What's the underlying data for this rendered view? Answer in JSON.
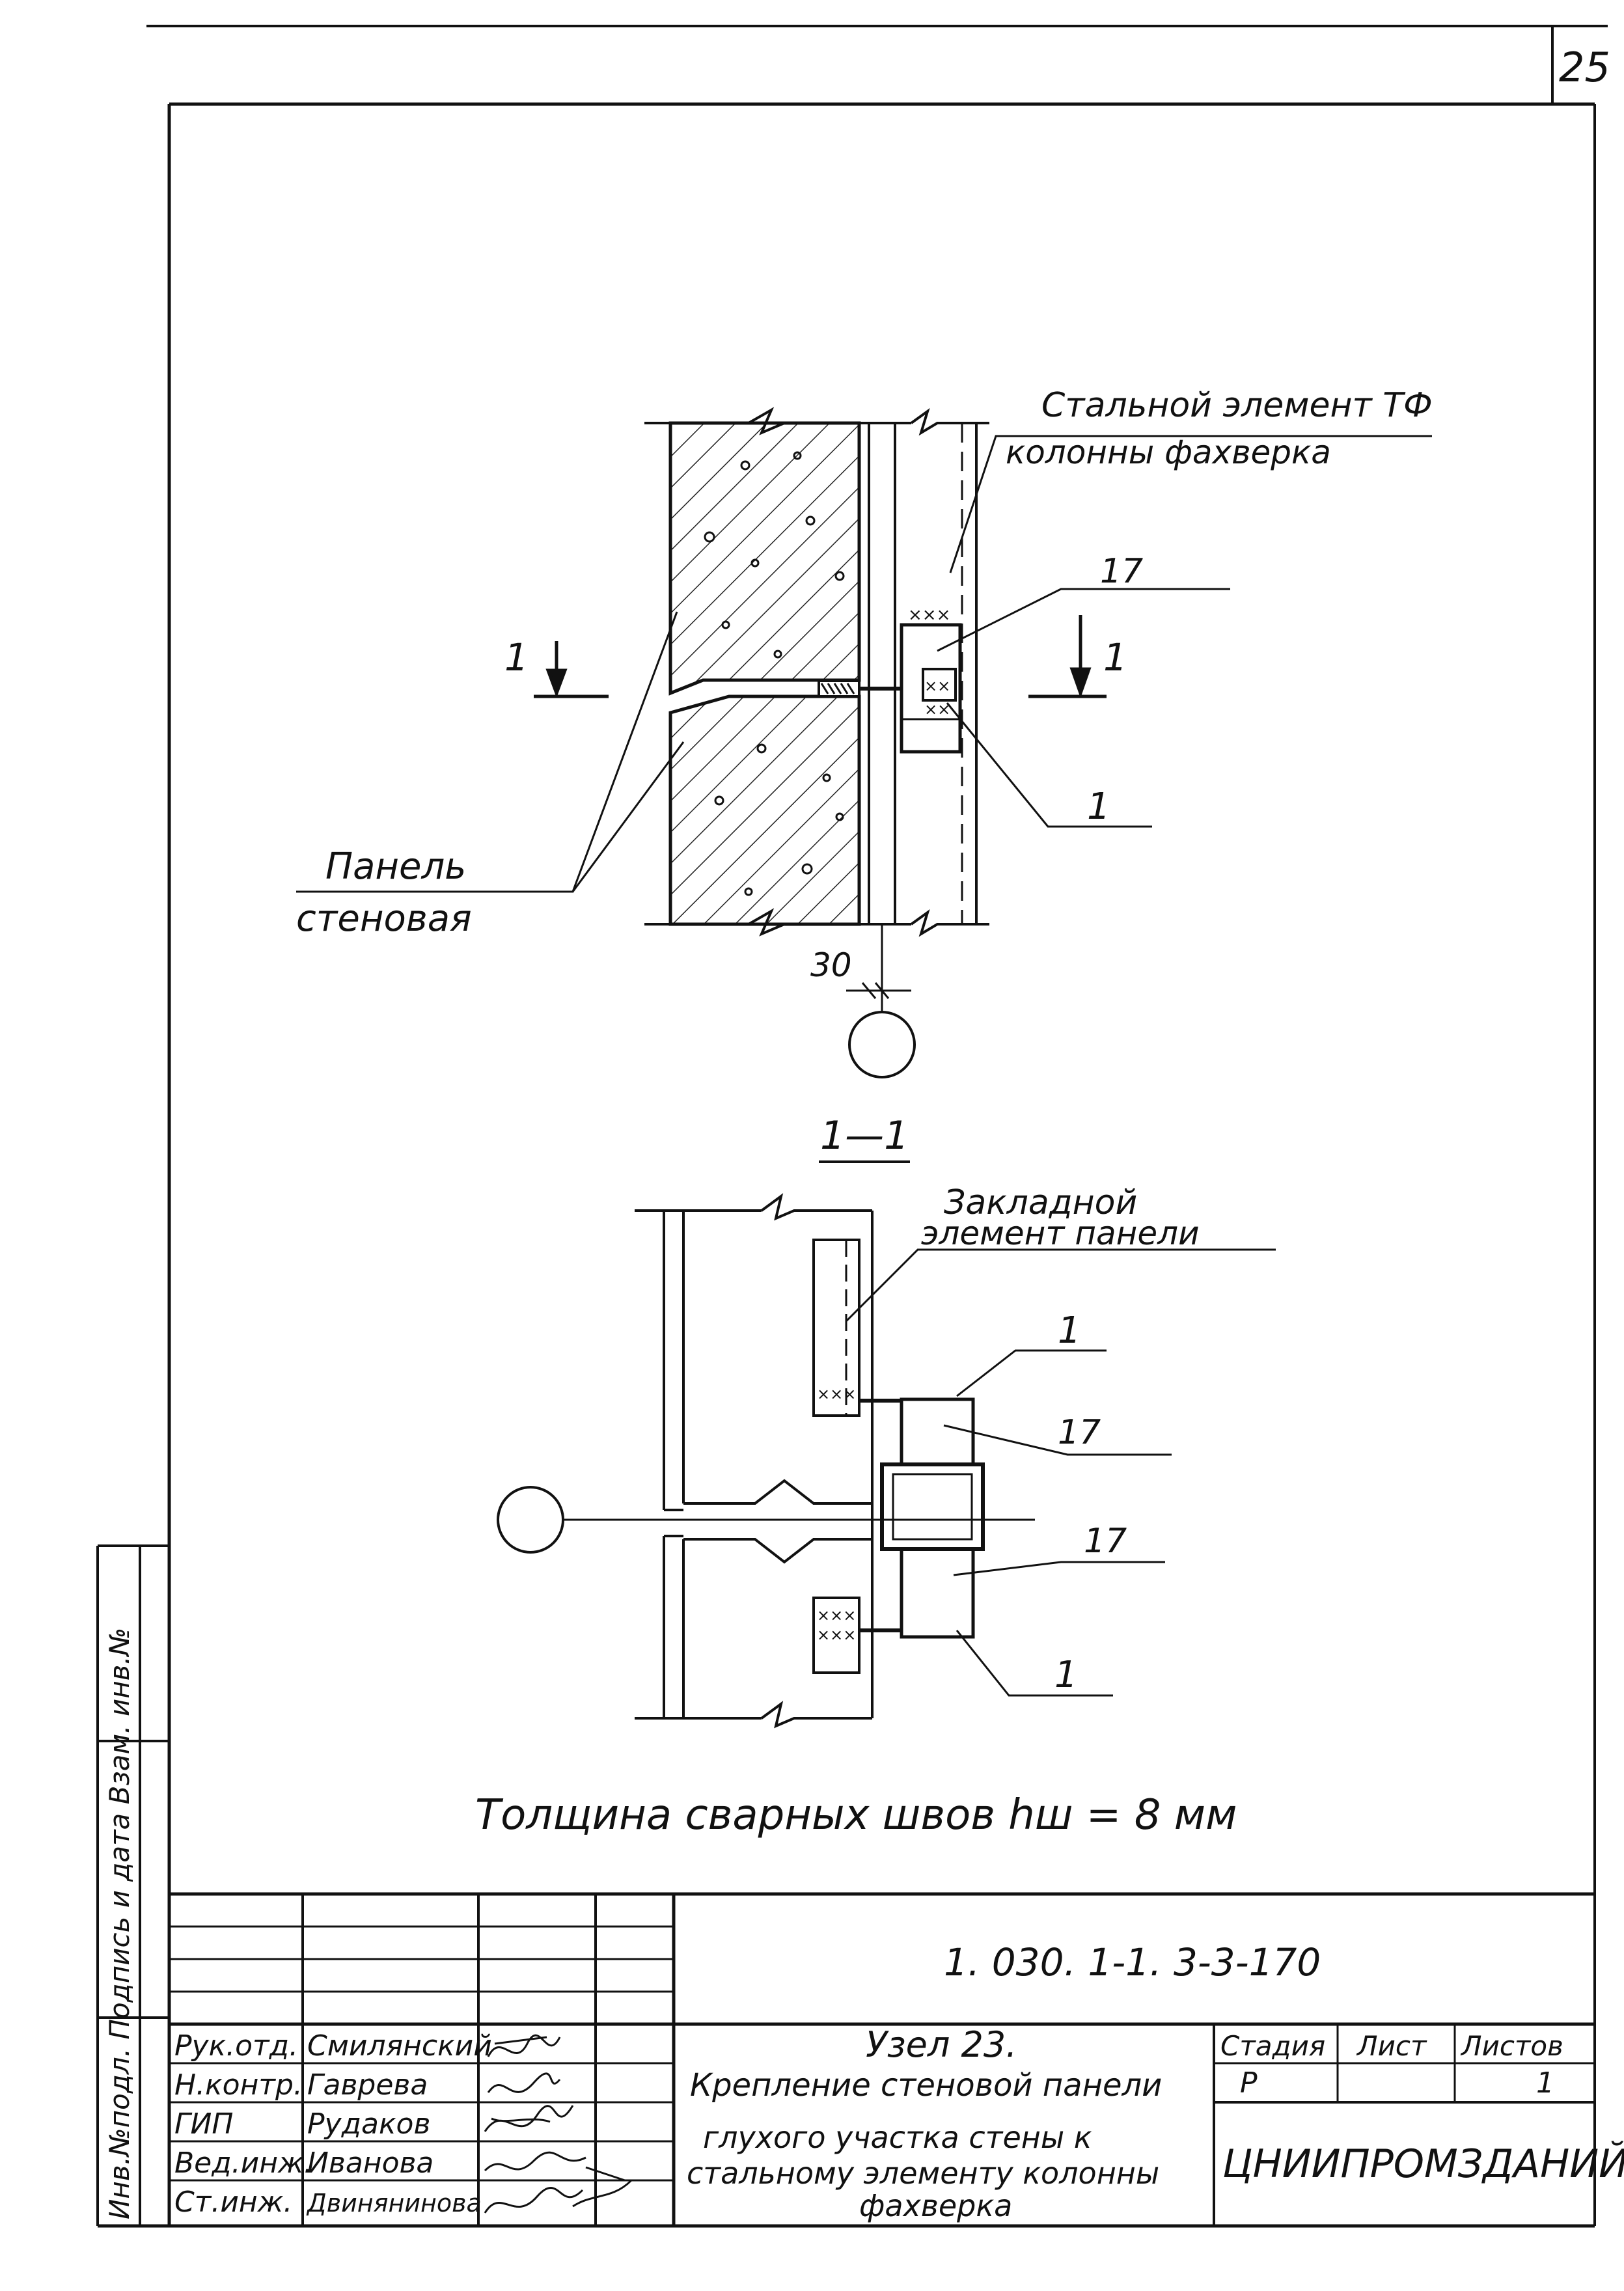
{
  "sheet_corner": "25",
  "top_drawing": {
    "label_steel_1": "Стальной элемент ТФ",
    "label_steel_2": "колонны фахверка",
    "label_panel_1": "Панель",
    "label_panel_2": "стеновая",
    "callout_17": "17",
    "callout_1": "1",
    "section_left": "1",
    "section_right": "1",
    "dim_30": "30"
  },
  "section_view": {
    "title": "1—1",
    "label_embed_1": "Закладной",
    "label_embed_2": "элемент панели",
    "callout_1_top": "1",
    "callout_17_top": "17",
    "callout_17_bottom": "17",
    "callout_1_bottom": "1"
  },
  "weld_note": "Толщина сварных швов hш = 8 мм",
  "side_stamp": "Инв.№подл. Подпись и дата Взам. инв.№",
  "title_block": {
    "code": "1. 030. 1-1. 3-3-170",
    "roles": [
      "Рук.отд.",
      "Н.контр.",
      "ГИП",
      "Вед.инж.",
      "Ст.инж."
    ],
    "names": [
      "Смилянский",
      "Гаврева",
      "Рудаков",
      "Иванова",
      "Двинянинова"
    ],
    "node_title": "Узел 23.",
    "desc_1": "Крепление стеновой панели",
    "desc_2": "глухого участка стены к",
    "desc_3": "стальному элементу колонны",
    "desc_4": "фахверка",
    "stage_header": "Стадия",
    "sheet_header": "Лист",
    "sheets_header": "Листов",
    "stage_value": "Р",
    "sheets_value": "1",
    "org": "ЦНИИПРОМЗДАНИЙ"
  }
}
